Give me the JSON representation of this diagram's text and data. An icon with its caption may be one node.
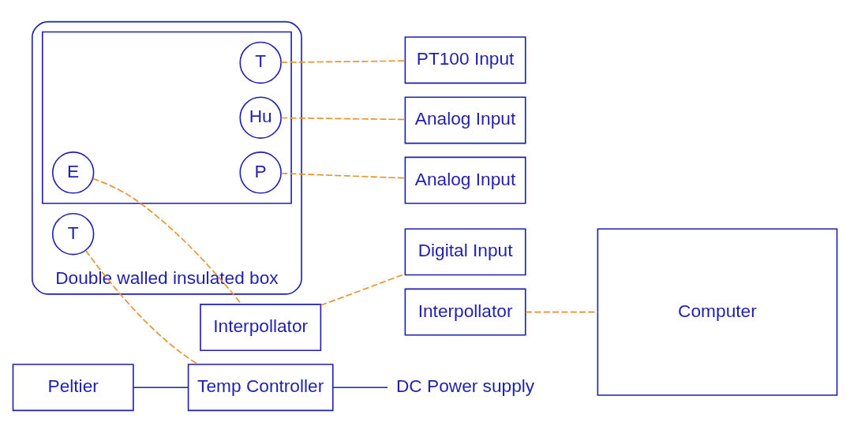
{
  "diagram": {
    "nodes": [
      {
        "text": [
          "Double walled insulated box"
        ]
      },
      {
        "text": [],
        "shape": "box",
        "in": 0
      },
      {
        "text": [
          "T"
        ],
        "in": 1
      },
      {
        "text": [
          "P"
        ],
        "in": 1
      },
      {
        "text": [
          "E"
        ],
        "in": 1
      },
      {
        "text": [
          "Hu"
        ],
        "in": 1
      },
      {
        "text": [
          "T"
        ],
        "in": 0
      },
      {
        "text": [
          "Peltier"
        ]
      },
      {
        "text": [
          "Interpollator"
        ]
      },
      {
        "text": [
          "Temp Controller"
        ]
      },
      {
        "text": [
          "DC Power supply"
        ]
      },
      {
        "text": [
          "PT100 Input"
        ]
      },
      {
        "text": [
          "Analog Input"
        ]
      },
      {
        "text": [
          "Analog Input"
        ]
      },
      {
        "text": [
          "Digital Input"
        ]
      },
      {
        "text": [
          "Interpollator"
        ]
      },
      {
        "text": [
          "Computer"
        ]
      }
    ],
    "edges": [
      {
        "from": 2,
        "to": 11,
        "arrow": "none",
        "style": "dashed"
      },
      {
        "from": 5,
        "to": 12,
        "arrow": "none",
        "style": "dashed"
      },
      {
        "from": 3,
        "to": 13,
        "arrow": "none",
        "style": "dashed"
      },
      {
        "from": 4,
        "to": 8,
        "arrow": "none",
        "style": "dashed"
      },
      {
        "from": 8,
        "to": 14,
        "arrow": "none",
        "style": "dashed"
      },
      {
        "from": 6,
        "to": 9,
        "arrow": "none",
        "style": "dashed"
      },
      {
        "from": 7,
        "to": 9,
        "arrow": "none",
        "color": "#1f1fb0"
      },
      {
        "from": 9,
        "to": 10,
        "arrow": "none",
        "color": "#1f1fb0"
      },
      {
        "from": 15,
        "to": 16,
        "arrow": "none",
        "style": "dashed"
      }
    ]
  }
}
